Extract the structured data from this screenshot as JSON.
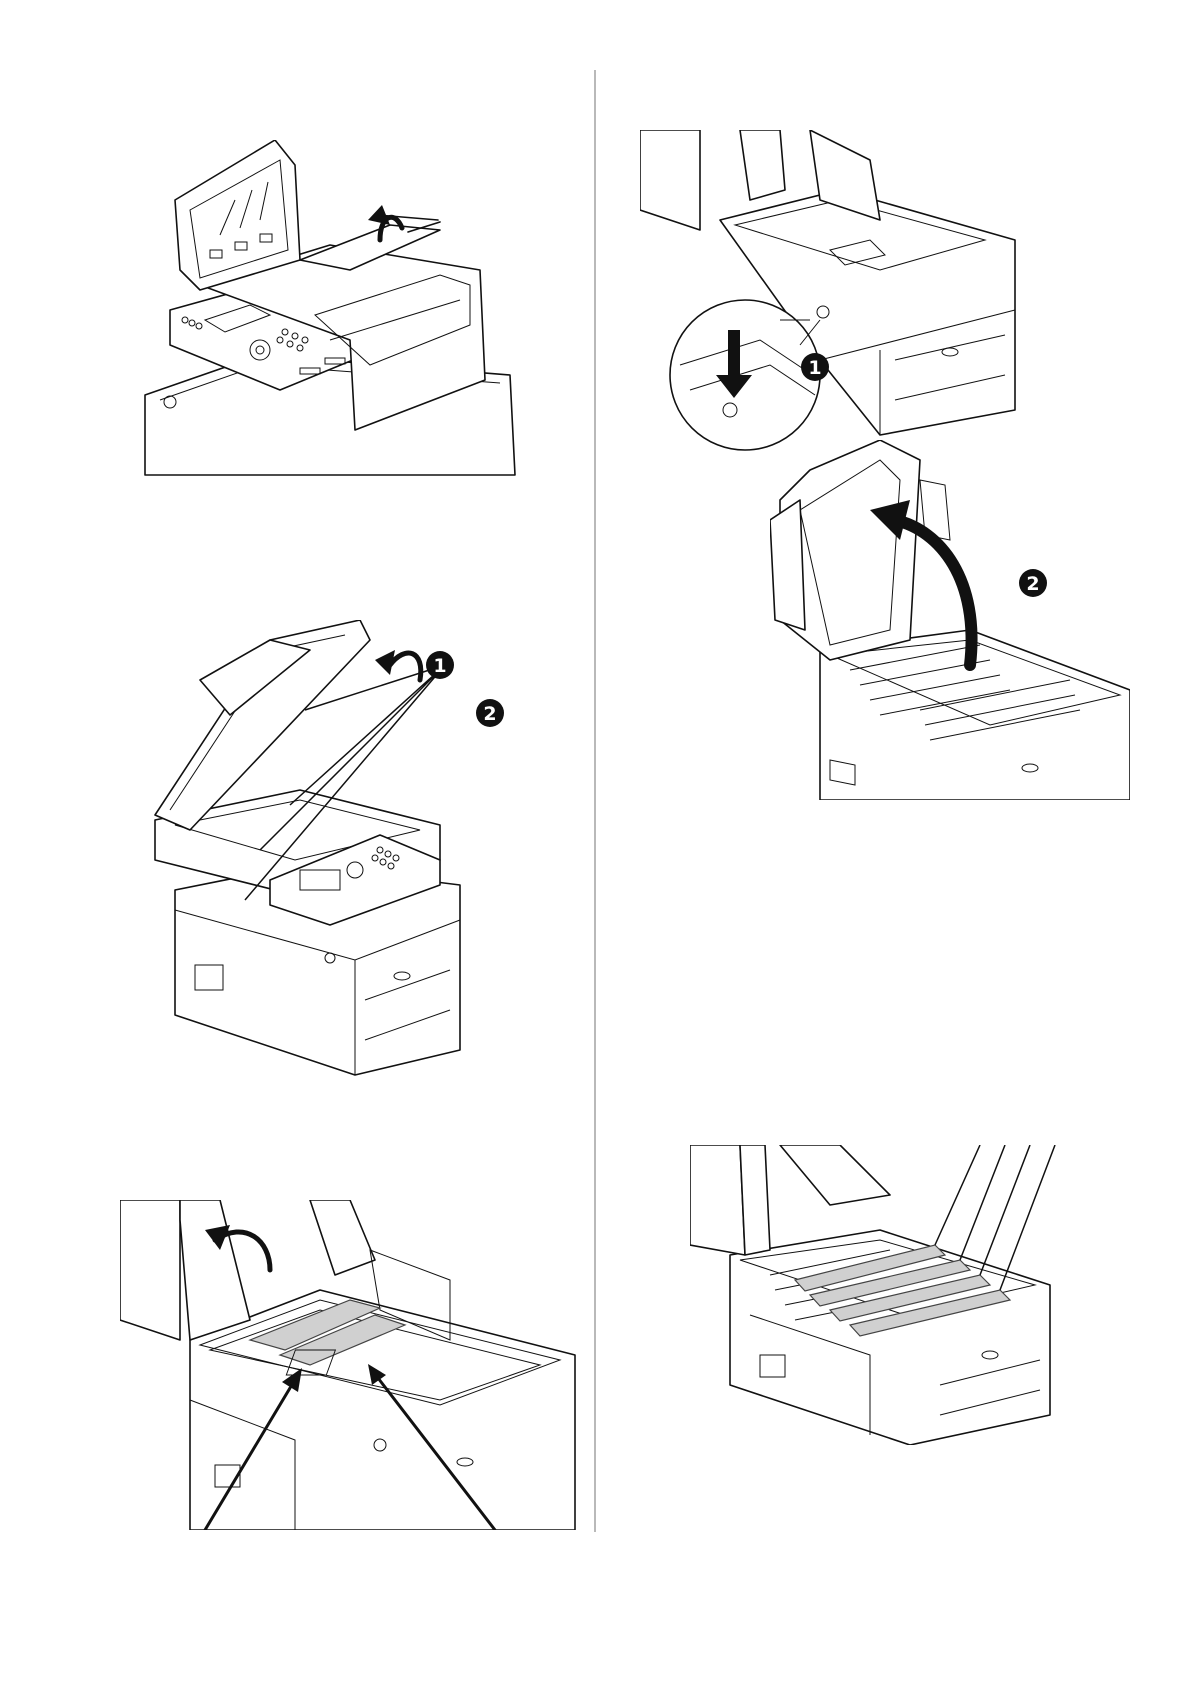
{
  "panels": [
    {
      "id": "adf-cover-open",
      "callouts": []
    },
    {
      "id": "scanner-unit-lifted",
      "callouts": [
        "1",
        "2"
      ]
    },
    {
      "id": "inner-tape-removal",
      "callouts": []
    },
    {
      "id": "top-cover-button",
      "callouts": [
        "1"
      ]
    },
    {
      "id": "top-cover-open",
      "callouts": [
        "2"
      ]
    },
    {
      "id": "drum-tapes",
      "callouts": []
    }
  ],
  "colors": {
    "line": "#111111",
    "tape": "#d0d0d0",
    "divider": "#b9b9b9",
    "badge": "#111111"
  }
}
